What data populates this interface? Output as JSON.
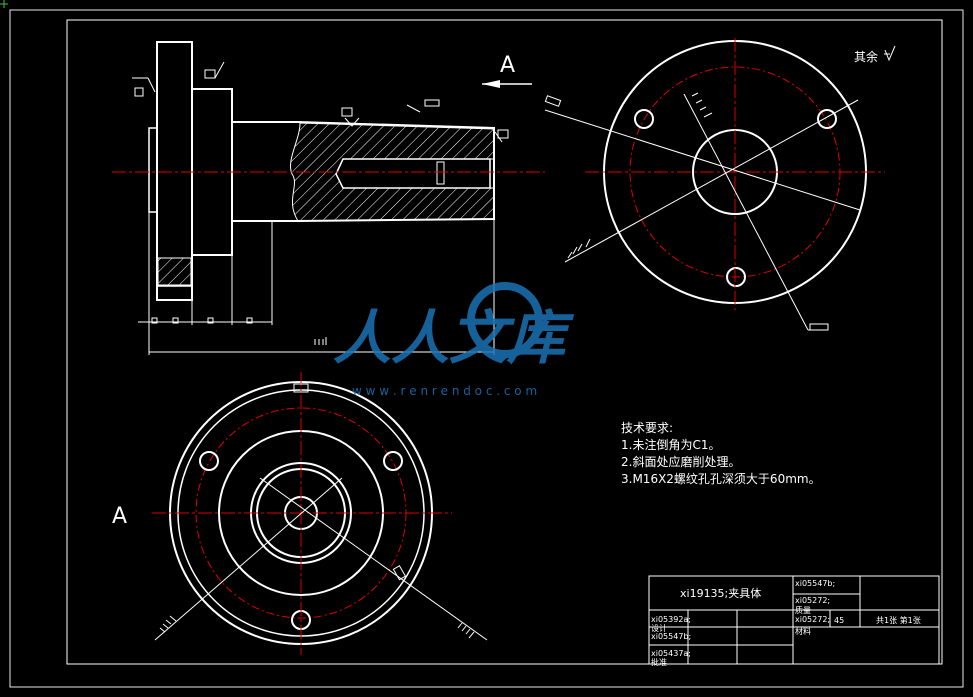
{
  "drawing": {
    "view_label_top": "A",
    "view_label_left": "A",
    "surface_note": "其余",
    "watermark": {
      "brand": "人人文库",
      "url": "w w w . r e n r e n d o c . c o m"
    }
  },
  "tech_requirements": {
    "title": "技术要求:",
    "items": [
      "1.未注倒角为C1。",
      "2.斜面处应磨削处理。",
      "3.M16X2螺纹孔孔深须大于60mm。"
    ]
  },
  "title_block": {
    "part_name": "xi19135;夹具体",
    "ref_1": "xi05547b;",
    "ref_2": "xi05272;",
    "ref_2_sub": "质量",
    "ref_3": "xi05272;",
    "scale": "45",
    "sheets": "共1张 第1张",
    "material": "材料",
    "left_1": "xi05392a;",
    "left_1_sub": "设计",
    "left_2": "xi05547b;",
    "left_3": "xi05437a;",
    "left_3_sub": "批准"
  },
  "colors": {
    "background": "#000000",
    "line": "#ffffff",
    "centerline": "#e00000",
    "watermark": "#1a73b5"
  }
}
